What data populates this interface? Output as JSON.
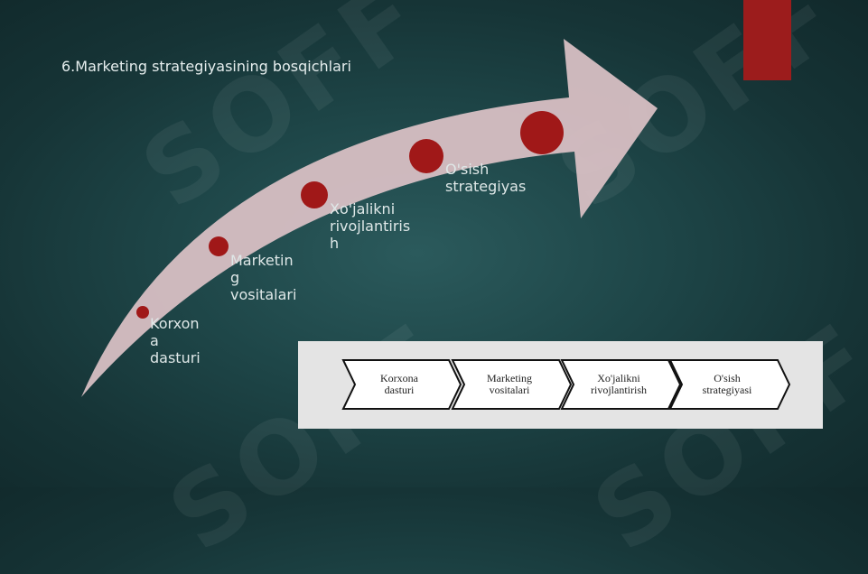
{
  "slide": {
    "title": "6.Marketing strategiyasining bosqichlari",
    "colors": {
      "background": "#1e4648",
      "arrow": "#dcc2c6",
      "dot": "#a01818",
      "accent": "#9c1c1c"
    }
  },
  "arrow_steps": [
    {
      "label_lines": [
        "Korxon",
        "a",
        "dasturi"
      ]
    },
    {
      "label_lines": [
        "Marketin",
        "g",
        "vositalari"
      ]
    },
    {
      "label_lines": [
        "Xo'jalikni",
        "rivojlantiris",
        "h"
      ]
    },
    {
      "label_lines": [
        "O'sish",
        "strategiyas"
      ]
    }
  ],
  "flow": [
    {
      "line1": "Korxona",
      "line2": "dasturi"
    },
    {
      "line1": "Marketing",
      "line2": "vositalari"
    },
    {
      "line1": "Xo'jalikni",
      "line2": "rivojlantirish"
    },
    {
      "line1": "O'sish",
      "line2": "strategiyasi"
    }
  ],
  "watermark": "SOFF"
}
